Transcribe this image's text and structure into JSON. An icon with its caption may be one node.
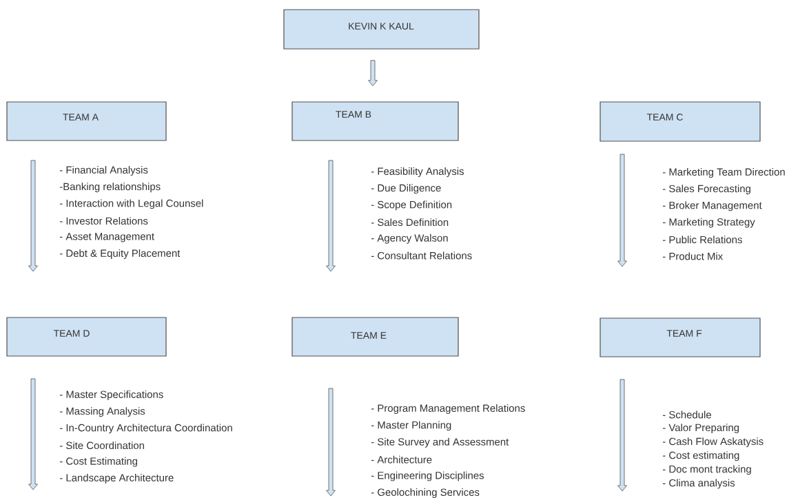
{
  "diagram": {
    "nodes": [
      {
        "text": [
          "KEVIN K KAUL"
        ]
      },
      {
        "text": [
          "TEAM A"
        ]
      },
      {
        "text": [
          "TEAM B"
        ]
      },
      {
        "text": [
          "TEAM C"
        ]
      },
      {
        "text": [
          "TEAM D"
        ]
      },
      {
        "text": [
          "TEAM E"
        ]
      },
      {
        "text": [
          "TEAM F"
        ]
      }
    ],
    "edges": [
      {
        "from": 0,
        "to": 2,
        "arrow": "to"
      }
    ],
    "labels": [
      "- Financial Analysis",
      "-Banking relationships",
      "- Interaction with Legal Counsel",
      "- Investor Relations",
      "- Asset Management",
      "- Debt & Equity Placement",
      "- Feasibility Analysis",
      "- Due Diligence",
      "- Scope Definition",
      "- Sales Definition",
      "- Agency Walson",
      "- Consultant Relations",
      "- Marketing Team Direction",
      "- Sales Forecasting",
      "- Broker Management",
      "- Marketing Strategy",
      "- Public Relations",
      "- Product Mix",
      "- Master Specifications",
      "- Massing Analysis",
      "- In-Country Architectura Coordination",
      "- Site Coordination",
      "- Cost Estimating",
      "- Landscape Architecture",
      "- Program Management Relations",
      "- Master Planning",
      "- Site Survey and Assessment",
      "- Architecture",
      "- Engineering Disciplines",
      "- Geolochining Services",
      "- Schedule",
      "- Valor Preparing",
      "- Cash Flow Askatysis",
      "- Cost estimating",
      "- Doc mont tracking",
      "- Clima analysis"
    ]
  }
}
